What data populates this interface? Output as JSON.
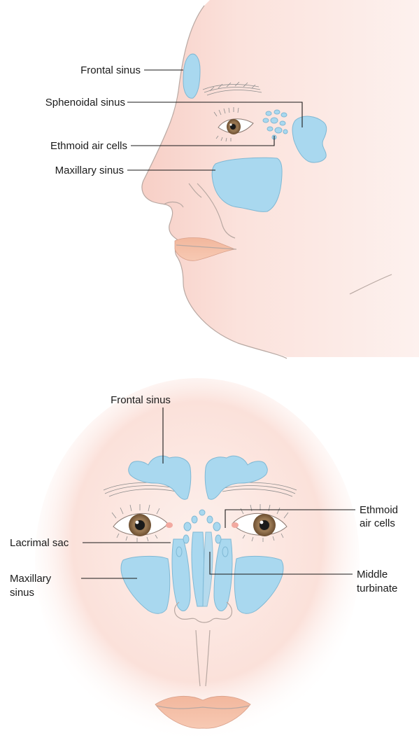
{
  "figure": {
    "lateral_view": {
      "labels": {
        "frontal_sinus": "Frontal sinus",
        "sphenoidal_sinus": "Sphenoidal sinus",
        "ethmoid_air_cells": "Ethmoid air cells",
        "maxillary_sinus": "Maxillary sinus"
      }
    },
    "frontal_view": {
      "labels": {
        "frontal_sinus": "Frontal sinus",
        "ethmoid_air_cells_line1": "Ethmoid",
        "ethmoid_air_cells_line2": "air cells",
        "lacrimal_sac": "Lacrimal sac",
        "maxillary_sinus_line1": "Maxillary",
        "maxillary_sinus_line2": "sinus",
        "middle_turbinate_line1": "Middle",
        "middle_turbinate_line2": "turbinate"
      }
    },
    "colors": {
      "skin": "#fbe3dc",
      "sinus": "#a9d8ef",
      "iris": "#9b7a55"
    }
  }
}
